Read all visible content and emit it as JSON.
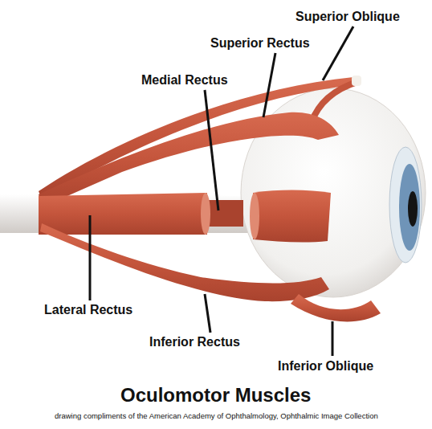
{
  "diagram": {
    "title": "Oculomotor Muscles",
    "caption": "drawing compliments of the American Academy of Ophthalmology, Ophthalmic Image Collection",
    "labels": [
      "Superior Oblique",
      "Superior Rectus",
      "Medial Rectus",
      "Lateral Rectus",
      "Inferior Rectus",
      "Inferior Oblique"
    ]
  }
}
